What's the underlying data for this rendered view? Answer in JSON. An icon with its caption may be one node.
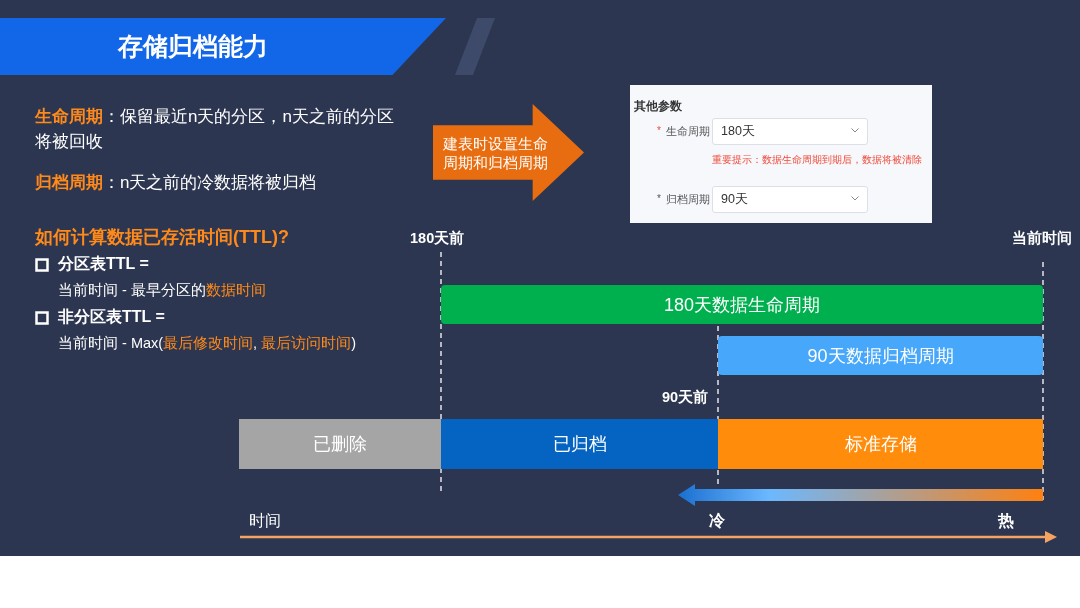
{
  "diagram": {
    "title": "存储归档能力",
    "nodes": [
      {
        "text": [
          "建表时设置生命周期和归档周期"
        ]
      },
      {
        "text": [
          "其他参数",
          "*",
          "生命周期",
          "重要提示：数据生命周期到期后，数据将被清除",
          "*",
          "归档周期"
        ]
      },
      {
        "text": [
          "180天"
        ],
        "in": 1
      },
      {
        "text": [
          "90天"
        ],
        "in": 1
      },
      {
        "text": [
          "180天数据生命周期"
        ]
      },
      {
        "text": [
          "90天数据归档周期"
        ]
      },
      {
        "text": [
          "已删除"
        ]
      },
      {
        "text": [
          "已归档"
        ]
      },
      {
        "text": [
          "标准存储"
        ]
      }
    ],
    "labels": [
      "**生命周期**：保留最近n天的分区，n天之前的分区将被回收",
      "**归档周期**：n天之前的冷数据将被归档",
      "如何计算数据已存活时间(TTL)?",
      "分区表TTL =",
      "当前时间 - 最早分区的",
      "数据时间",
      "非分区表TTL =",
      "当前时间 - Max(*最后修改时间*, *最后访问时间*)",
      "180天前",
      "当前时间",
      "90天前",
      "时间",
      "冷",
      "热"
    ]
  }
}
